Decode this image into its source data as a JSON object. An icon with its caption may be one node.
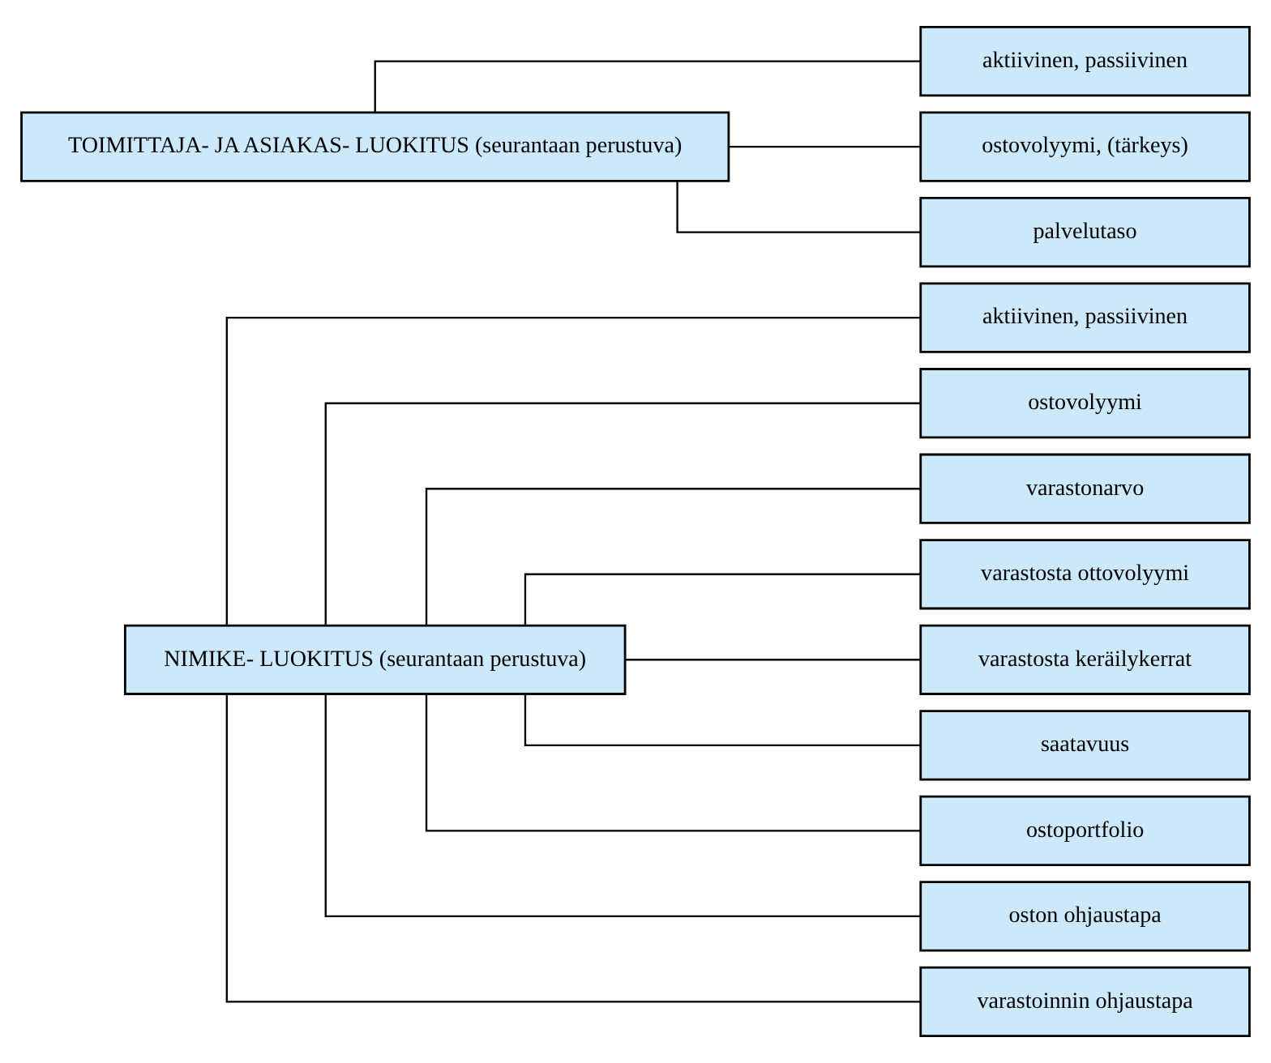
{
  "diagram": {
    "nodes": [
      {
        "text": [
          "NIMIKE- LUOKITUS (seurantaan perustuva)"
        ]
      },
      {
        "text": [
          "aktiivinen, passiivinen"
        ]
      },
      {
        "text": [
          "ostovolyymi"
        ]
      },
      {
        "text": [
          "varastonarvo"
        ]
      },
      {
        "text": [
          "varastosta ottovolyymi"
        ]
      },
      {
        "text": [
          "varastosta keräilykerrat"
        ]
      },
      {
        "text": [
          "saatavuus"
        ]
      },
      {
        "text": [
          "ostoportfolio"
        ]
      },
      {
        "text": [
          "oston ohjaustapa"
        ]
      },
      {
        "text": [
          "varastoinnin ohjaustapa"
        ]
      },
      {
        "text": [
          "TOIMITTAJA- JA ASIAKAS- LUOKITUS (seurantaan perustuva)"
        ]
      },
      {
        "text": [
          "aktiivinen, passiivinen"
        ]
      },
      {
        "text": [
          "ostovolyymi, (tärkeys)"
        ]
      },
      {
        "text": [
          "palvelutaso"
        ]
      }
    ],
    "edges": [
      {
        "from": 0,
        "to": 1,
        "arrow": "none"
      },
      {
        "from": 0,
        "to": 2,
        "arrow": "none"
      },
      {
        "from": 0,
        "to": 3,
        "arrow": "none"
      },
      {
        "from": 0,
        "to": 4,
        "arrow": "none"
      },
      {
        "from": 0,
        "to": 5,
        "arrow": "none"
      },
      {
        "from": 0,
        "to": 6,
        "arrow": "none"
      },
      {
        "from": 0,
        "to": 7,
        "arrow": "none"
      },
      {
        "from": 0,
        "to": 8,
        "arrow": "none"
      },
      {
        "from": 0,
        "to": 9,
        "arrow": "none"
      },
      {
        "from": 10,
        "to": 11,
        "arrow": "none"
      },
      {
        "from": 10,
        "to": 12,
        "arrow": "none"
      },
      {
        "from": 10,
        "to": 13,
        "arrow": "none"
      }
    ]
  }
}
